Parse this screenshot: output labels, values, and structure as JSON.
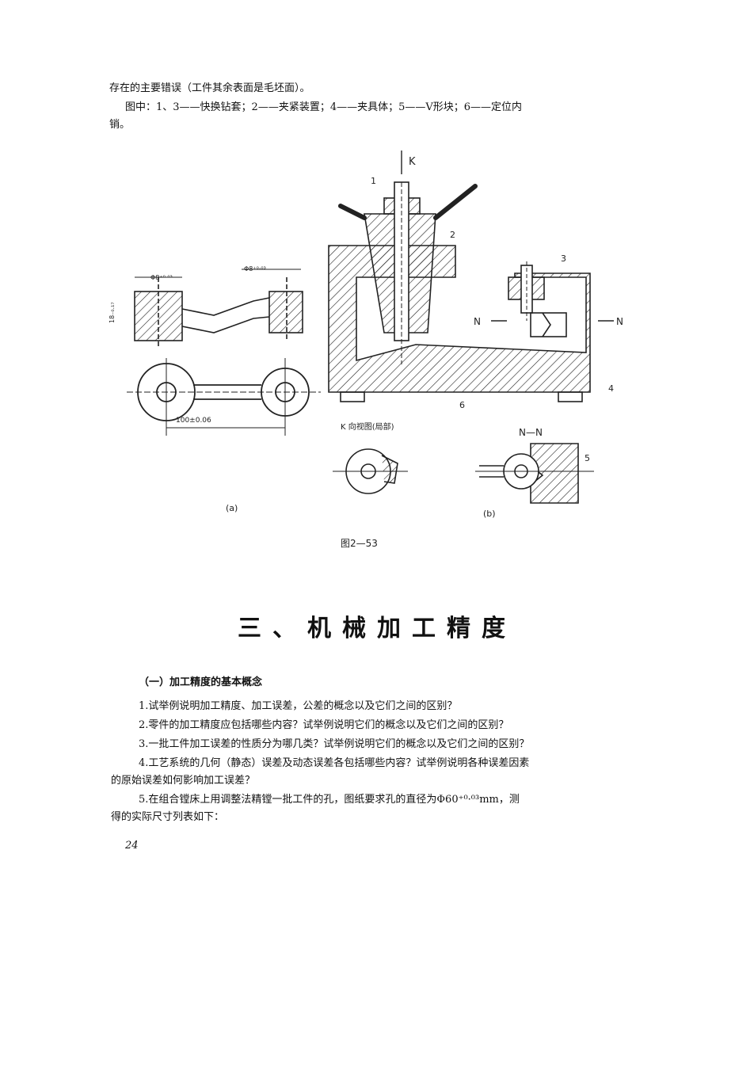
{
  "intro": {
    "line1": "存在的主要错误（工件其余表面是毛坯面）。",
    "caption_line1": "图中：1、3——快换钻套；2——夹紧装置；4——夹具体；5——V形块；6——定位内",
    "caption_line2": "销。"
  },
  "figure": {
    "label_a": "(a)",
    "label_b": "(b)",
    "view_k": "K",
    "view_k_caption": "K 向视图(局部)",
    "view_nn": "N—N",
    "label_n_left": "N",
    "label_n_right": "N",
    "part_1": "1",
    "part_2": "2",
    "part_3": "3",
    "part_4": "4",
    "part_5": "5",
    "part_6": "6",
    "dim_center": "100±0.06",
    "dim_small_a": "Φ8⁺⁰·⁰³",
    "dim_small_b": "Φ8⁺⁰·⁰³",
    "dim_side": "18₋₀.₁₇",
    "caption": "图2—53"
  },
  "section": {
    "title": "三、机械加工精度",
    "subheading": "（一）加工精度的基本概念"
  },
  "questions": [
    "1.试举例说明加工精度、加工误差，公差的概念以及它们之间的区别？",
    "2.零件的加工精度应包括哪些内容？试举例说明它们的概念以及它们之间的区别？",
    "3.一批工件加工误差的性质分为哪几类？试举例说明它们的概念以及它们之间的区别？",
    "4.工艺系统的几何（静态）误差及动态误差各包括哪些内容？试举例说明各种误差因素",
    "的原始误差如何影响加工误差？",
    "5.在组合镗床上用调整法精镗一批工件的孔，图纸要求孔的直径为Φ60⁺⁰·⁰³mm，测",
    "得的实际尺寸列表如下："
  ],
  "page_number": "24"
}
